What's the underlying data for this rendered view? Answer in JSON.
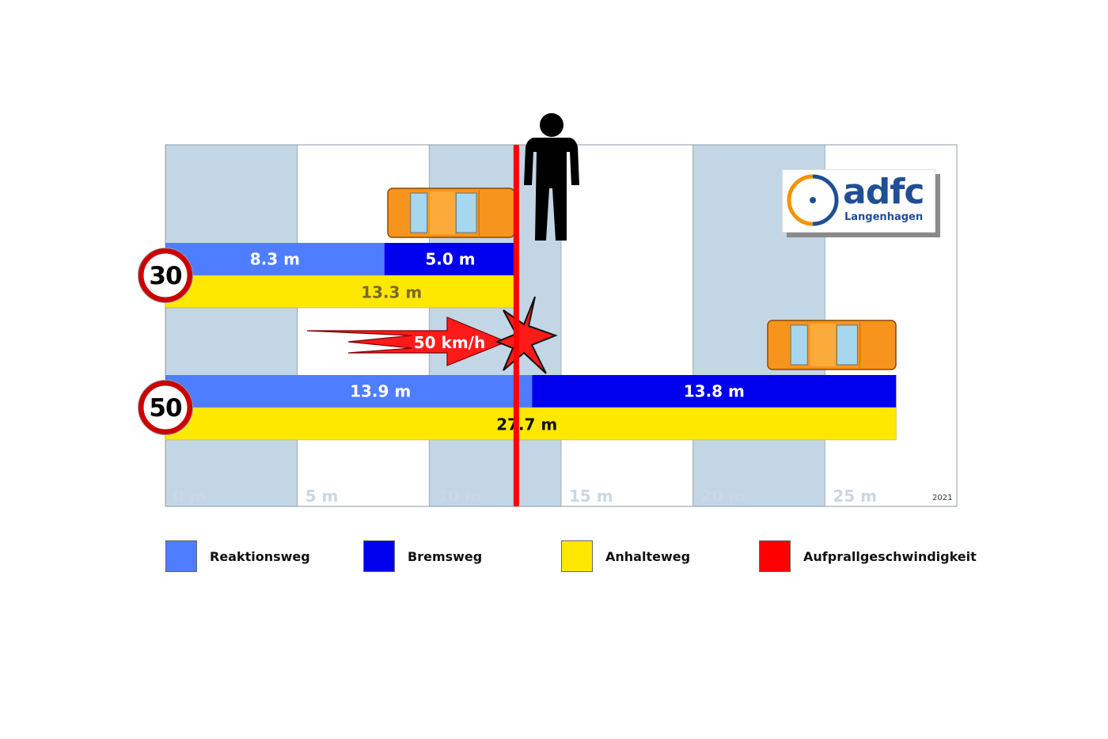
{
  "chart_data": {
    "type": "bar",
    "orientation": "horizontal",
    "stacked": true,
    "xlim": [
      0,
      30
    ],
    "x_ticks": [
      "0 m",
      "5 m",
      "10 m",
      "15 m",
      "20 m",
      "25 m"
    ],
    "x_tick_values": [
      0,
      5,
      10,
      15,
      20,
      25
    ],
    "categories": [
      "30",
      "50"
    ],
    "series": [
      {
        "name": "Reaktionsweg",
        "values": [
          8.3,
          13.9
        ],
        "labels": [
          "8.3 m",
          "13.9 m"
        ],
        "color": "#4f7dff"
      },
      {
        "name": "Bremsweg",
        "values": [
          5.0,
          13.8
        ],
        "labels": [
          "5.0 m",
          "13.8 m"
        ],
        "color": "#0000ee"
      },
      {
        "name": "Anhalteweg",
        "values": [
          13.3,
          27.7
        ],
        "labels": [
          "13.3 m",
          "27.7 m"
        ],
        "color": "#ffe800"
      }
    ],
    "impact_position": 13.3,
    "impact_label": "50 km/h",
    "impact_color": "#ff0000",
    "legend": [
      {
        "label": "Reaktionsweg",
        "color": "#4f7dff"
      },
      {
        "label": "Bremsweg",
        "color": "#0000ee"
      },
      {
        "label": "Anhalteweg",
        "color": "#ffe800"
      },
      {
        "label": "Aufprallgeschwindigkeit",
        "color": "#ff0000"
      }
    ],
    "legend_position": "bottom",
    "grid": "alternating-columns"
  },
  "logo": {
    "name": "adfc",
    "subtitle": "Langenhagen"
  },
  "year": "2021",
  "icons": {
    "pedestrian": "person-icon",
    "car": "car-icon",
    "sign": "speed-limit-sign-icon",
    "impact": "impact-burst-icon"
  }
}
